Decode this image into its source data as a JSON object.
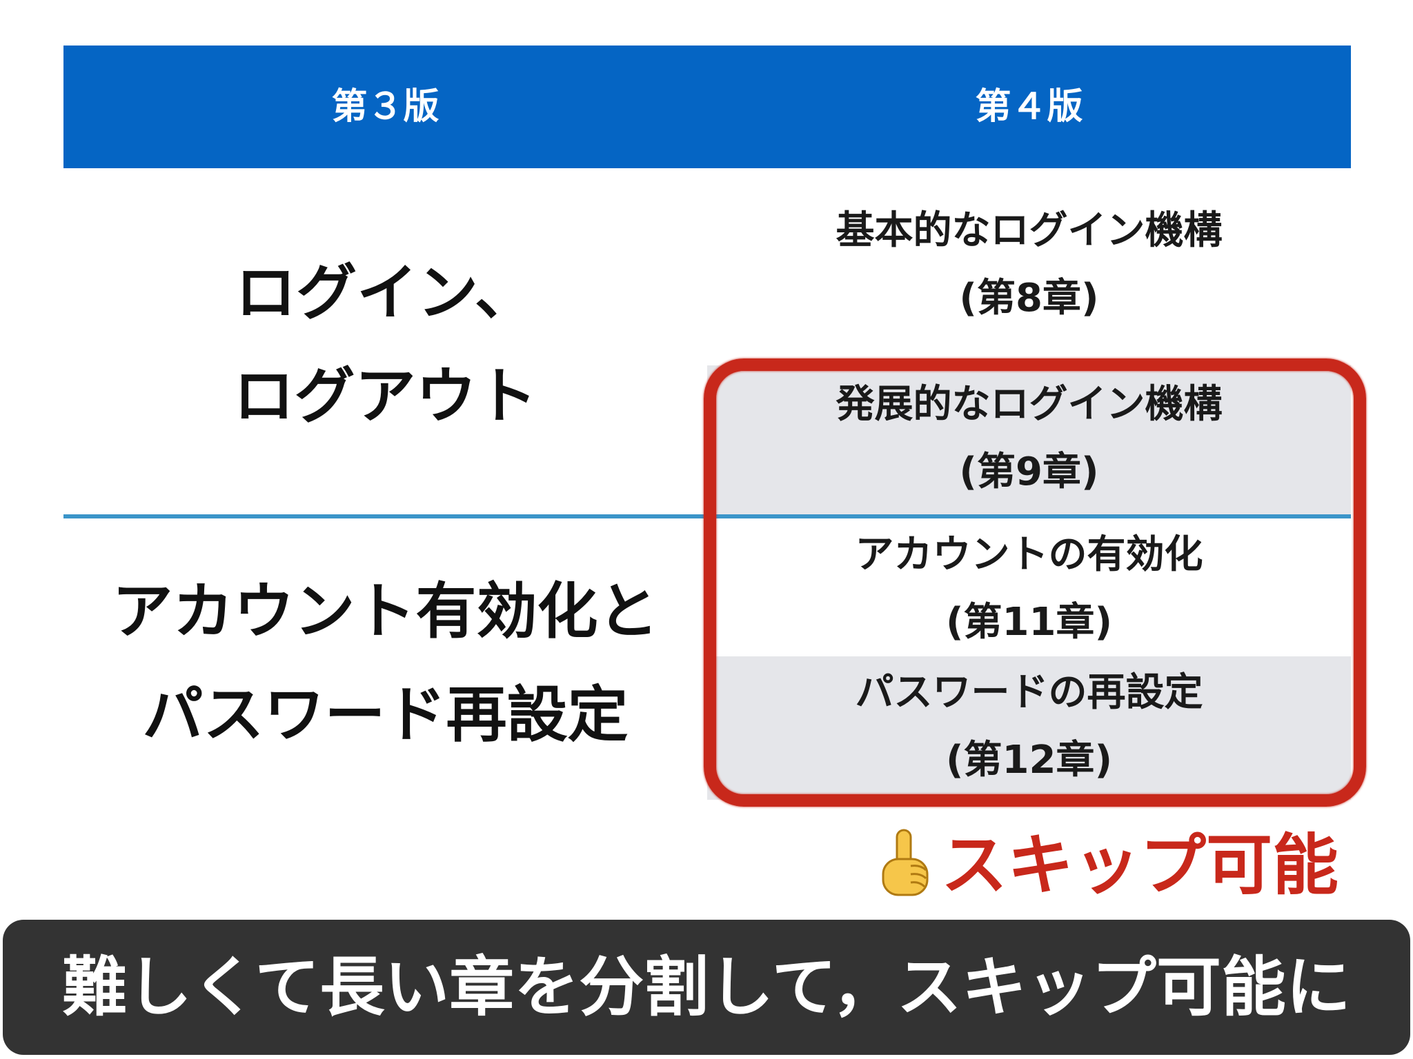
{
  "header": {
    "left": "第３版",
    "right": "第４版"
  },
  "rows": {
    "login": {
      "left": [
        "ログイン、",
        "ログアウト"
      ],
      "basic": {
        "title": "基本的なログイン機構",
        "chapter": "(第8章)"
      },
      "advanced": {
        "title": "発展的なログイン機構",
        "chapter": "(第9章)"
      }
    },
    "account": {
      "left": [
        "アカウント有効化と",
        "パスワード再設定"
      ],
      "activation": {
        "title": "アカウントの有効化",
        "chapter": "(第11章)"
      },
      "reset": {
        "title": "パスワードの再設定",
        "chapter": "(第12章)"
      }
    }
  },
  "skip": {
    "icon": "pointing-up-hand-icon",
    "label": "スキップ可能"
  },
  "banner": "難しくて長い章を分割して，スキップ可能に",
  "colors": {
    "header_bg": "#0565c4",
    "shade": "#e5e6ea",
    "divider": "#3b95c9",
    "highlight_red": "#c8281b",
    "banner_bg": "#333333"
  }
}
